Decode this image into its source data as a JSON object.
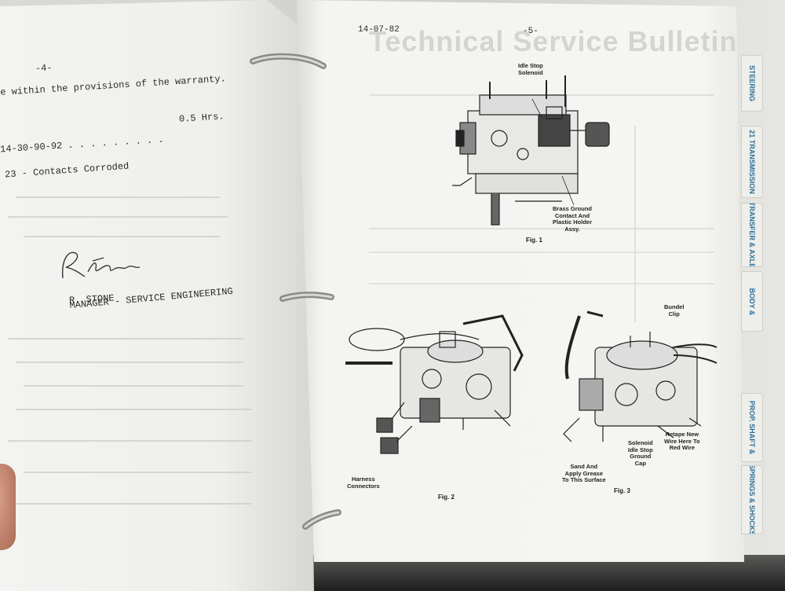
{
  "left_page": {
    "page_number": "-4-",
    "line_warranty": "e within the provisions of the warranty.",
    "line_op_code": "14-30-90-92 . . . . . . . . .",
    "line_hours": "0.5 Hrs.",
    "line_condition": "23 - Contacts Corroded",
    "signature_name": "R. STONE",
    "signature_title": "MANAGER - SERVICE ENGINEERING"
  },
  "right_page": {
    "date": "14-07-82",
    "page_number": "-5-",
    "header_title": "Technical Service Bulletin",
    "fig1": {
      "callout_top": [
        "Idle Stop",
        "Solenoid"
      ],
      "callout_bottom": [
        "Brass Ground",
        "Contact And",
        "Plastic Holder",
        "Assy."
      ],
      "caption": "Fig. 1"
    },
    "fig2": {
      "callout": [
        "Harness",
        "Connectors"
      ],
      "caption": "Fig. 2"
    },
    "fig3": {
      "callout_clip": [
        "Bundel",
        "Clip"
      ],
      "callout_retape": [
        "Retape New",
        "Wire Here To",
        "Red Wire"
      ],
      "callout_solenoid": [
        "Solenoid",
        "Idle Stop",
        "Ground",
        "Cap"
      ],
      "callout_grease": [
        "Sand And",
        "Apply Grease",
        "To This Surface"
      ],
      "caption": "Fig. 3"
    }
  },
  "tabs": [
    {
      "label": "STEERING"
    },
    {
      "label": "21 TRANSMISSION"
    },
    {
      "label": "TRANSFER & AXLE"
    },
    {
      "label": "BODY &"
    },
    {
      "label": "PROP. SHAFT &"
    },
    {
      "label": "SPRINGS & SHOCKS"
    }
  ],
  "colors": {
    "paper": "#f4f4f1",
    "ink": "#2a2a2a",
    "tab_text": "#2b6f9a"
  }
}
